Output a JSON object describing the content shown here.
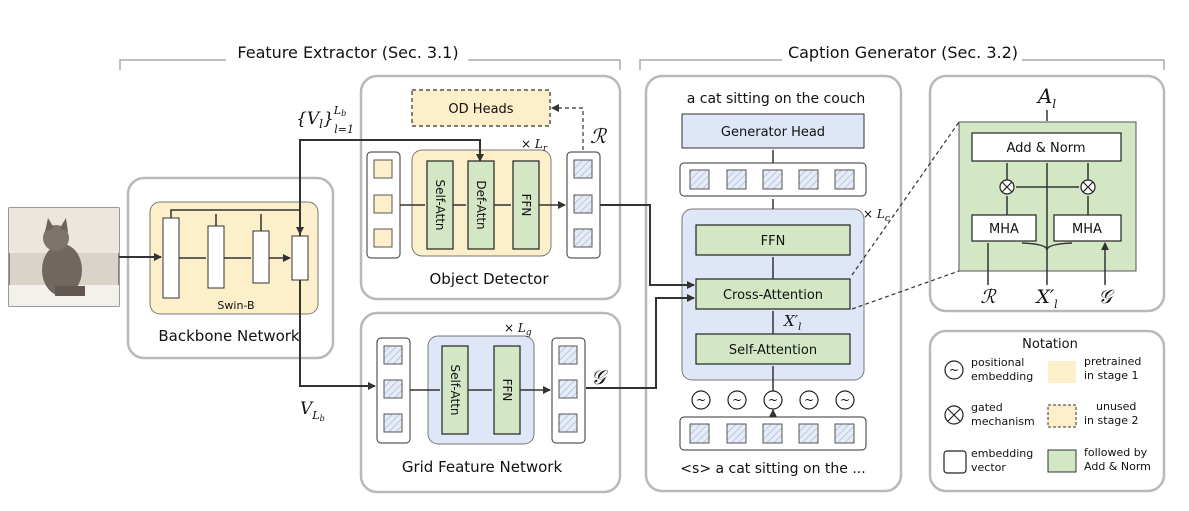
{
  "sections": {
    "feature_extractor": "Feature Extractor (Sec. 3.1)",
    "caption_generator": "Caption Generator (Sec. 3.2)"
  },
  "backbone": {
    "inner_label": "Swin-B",
    "title": "Backbone Network"
  },
  "object_detector": {
    "title": "Object Detector",
    "blocks": [
      "Self-Attn",
      "Def-Attn",
      "FFN"
    ],
    "repeat": "× L_r",
    "od_heads": "OD Heads",
    "output_symbol": "R"
  },
  "grid_network": {
    "title": "Grid Feature Network",
    "blocks": [
      "Self-Attn",
      "FFN"
    ],
    "repeat": "× L_g",
    "output_symbol": "G"
  },
  "features": {
    "multi_level": "{V_l}_{l=1}^{L_b}",
    "last_level": "V_{L_b}"
  },
  "caption": {
    "output_text": "a cat sitting on the couch",
    "generator_head": "Generator Head",
    "ffn": "FFN",
    "cross_attention": "Cross-Attention",
    "self_attention": "Self-Attention",
    "repeat": "× L_c",
    "x_label": "X'_l",
    "input_text": "<s> a cat sitting on the ..."
  },
  "detail": {
    "output_symbol": "A_l",
    "add_norm": "Add & Norm",
    "mha_left": "MHA",
    "mha_right": "MHA",
    "inputs": [
      "R",
      "X'_l",
      "G"
    ]
  },
  "notation": {
    "title": "Notation",
    "items": [
      {
        "line1": "positional",
        "line2": "embedding"
      },
      {
        "line1": "gated",
        "line2": "mechanism"
      },
      {
        "line1": "embedding",
        "line2": "vector"
      },
      {
        "line1": "pretrained",
        "line2": "in stage 1"
      },
      {
        "line1": "unused",
        "line2": "in stage 2"
      },
      {
        "line1": "followed by",
        "line2": "Add & Norm"
      }
    ]
  }
}
